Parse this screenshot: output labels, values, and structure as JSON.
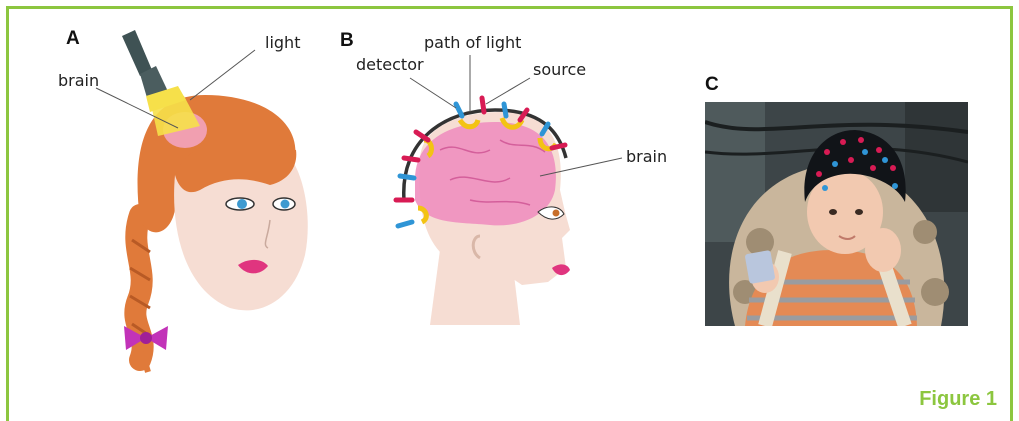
{
  "panels": {
    "a": {
      "letter": "A",
      "labels": {
        "light": "light",
        "brain": "brain"
      }
    },
    "b": {
      "letter": "B",
      "labels": {
        "detector": "detector",
        "path_of_light": "path of light",
        "source": "source",
        "brain": "brain"
      }
    },
    "c": {
      "letter": "C"
    }
  },
  "figure_label": "Figure 1",
  "colors": {
    "frame": "#8cc63f",
    "hair": "#e07a3a",
    "skin": "#f6ddd3",
    "brain": "#f08fbf",
    "flashlight_body": "#3f5254",
    "flashlight_beam": "#f6e04a",
    "optode_source": "#d81b54",
    "optode_detector": "#2f95d6",
    "optode_yellow": "#f3c313",
    "bow": "#c233b8"
  }
}
